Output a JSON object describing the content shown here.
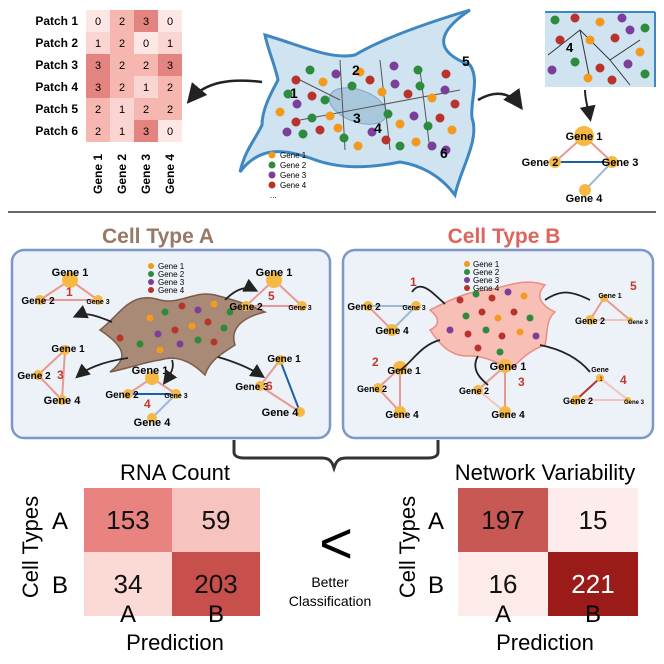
{
  "patch_matrix": {
    "rows": [
      {
        "label": "Patch 1",
        "values": [
          "0",
          "2",
          "3",
          "0"
        ]
      },
      {
        "label": "Patch 2",
        "values": [
          "1",
          "2",
          "0",
          "1"
        ]
      },
      {
        "label": "Patch 3",
        "values": [
          "3",
          "2",
          "2",
          "3"
        ]
      },
      {
        "label": "Patch 4",
        "values": [
          "3",
          "2",
          "1",
          "2"
        ]
      },
      {
        "label": "Patch 5",
        "values": [
          "2",
          "1",
          "2",
          "2"
        ]
      },
      {
        "label": "Patch 6",
        "values": [
          "2",
          "1",
          "3",
          "0"
        ]
      }
    ],
    "columns": [
      "Gene 1",
      "Gene 2",
      "Gene 3",
      "Gene 4"
    ]
  },
  "top_cell": {
    "patch_numbers": [
      "1",
      "2",
      "3",
      "4",
      "5",
      "6"
    ],
    "legend": [
      "Gene 1",
      "Gene 2",
      "Gene 3",
      "Gene 4"
    ],
    "legend_more": "..."
  },
  "top_network": {
    "patch_label": "4",
    "nodes": [
      "Gene 1",
      "Gene 2",
      "Gene 3",
      "Gene 4"
    ]
  },
  "panel_a": {
    "title": "Cell Type A",
    "legend": [
      "Gene 1",
      "Gene 2",
      "Gene 3",
      "Gene 4"
    ],
    "networks": [
      {
        "num": "1",
        "g1": "Gene 1",
        "g2": "Gene 2",
        "g3": "Gene 3"
      },
      {
        "num": "5",
        "g1": "Gene 1",
        "g2": "Gene 2",
        "g3": "Gene 3"
      },
      {
        "num": "3",
        "g1": "Gene 1",
        "g2": "Gene 2",
        "g4": "Gene 4"
      },
      {
        "num": "4",
        "g1": "Gene 1",
        "g2": "Gene 2",
        "g3": "Gene 3",
        "g4": "Gene 4"
      },
      {
        "num": "6",
        "g1": "Gene 1",
        "g3": "Gene 3",
        "g4": "Gene 4"
      }
    ]
  },
  "panel_b": {
    "title": "Cell Type B",
    "legend": [
      "Gene 1",
      "Gene 2",
      "Gene 3",
      "Gene 4"
    ],
    "networks": [
      {
        "num": "1",
        "g2": "Gene 2",
        "g3": "Gene 3",
        "g4": "Gene 4"
      },
      {
        "num": "5",
        "g1": "Gene 1",
        "g2": "Gene 2",
        "g3": "Gene 3"
      },
      {
        "num": "2",
        "g1": "Gene 1",
        "g2": "Gene 2",
        "g4": "Gene 4"
      },
      {
        "num": "3",
        "g1": "Gene 1",
        "g2": "Gene 2",
        "g4": "Gene 4"
      },
      {
        "num": "4",
        "g1": "Gene",
        "g1b": "1",
        "g2": "Gene 2",
        "g3": "Gene 3"
      }
    ]
  },
  "rna_matrix": {
    "title": "RNA Count",
    "ylabel": "Cell Types",
    "xlabel": "Prediction",
    "row_labels": [
      "A",
      "B"
    ],
    "col_labels": [
      "A",
      "B"
    ],
    "values": [
      [
        "153",
        "59"
      ],
      [
        "34",
        "203"
      ]
    ],
    "colors": [
      [
        "#e8837f",
        "#f6c3bf"
      ],
      [
        "#fbd9d5",
        "#c8504c"
      ]
    ]
  },
  "network_matrix": {
    "title": "Network Variability",
    "ylabel": "Cell Types",
    "xlabel": "Prediction",
    "row_labels": [
      "A",
      "B"
    ],
    "col_labels": [
      "A",
      "B"
    ],
    "values": [
      [
        "197",
        "15"
      ],
      [
        "16",
        "221"
      ]
    ],
    "colors": [
      [
        "#c85854",
        "#fdeceb"
      ],
      [
        "#fdebe9",
        "#9b1b18"
      ]
    ],
    "text_colors": [
      [
        "#111111",
        "#111111"
      ],
      [
        "#111111",
        "#ffffff"
      ]
    ]
  },
  "comparison": {
    "symbol": "<",
    "line1": "Better",
    "line2": "Classification"
  }
}
